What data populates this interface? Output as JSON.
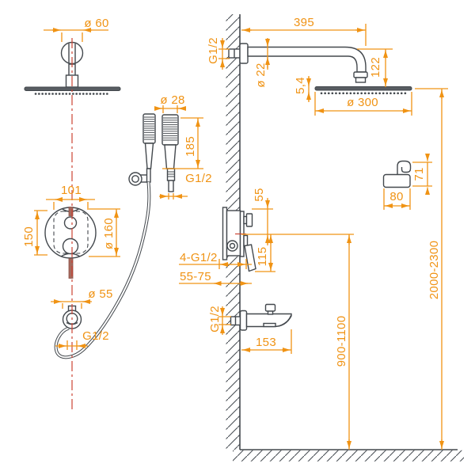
{
  "drawing": {
    "type": "technical-dimension-drawing",
    "product": "concealed-shower-system",
    "units": "mm",
    "colors": {
      "dimension": "#f09314",
      "outline": "#43484d",
      "centerline": "#cc4333",
      "handle_fill": "#a5695d"
    },
    "views": {
      "overhead_shower_front": {
        "flange_diameter": "ø 60"
      },
      "overhead_shower_side": {
        "arm_length": "395",
        "wall_thread": "G1/2",
        "arm_diameter": "ø 22",
        "head_offset": "122",
        "head_thickness": "5,4",
        "head_diameter": "ø 300"
      },
      "hand_shower": {
        "diameter": "ø 28",
        "length": "185",
        "thread": "G1/2"
      },
      "mixer_front": {
        "body_width": "101",
        "body_height": "150",
        "plate_diameter": "ø 160"
      },
      "wall_outlet": {
        "escutcheon_diameter": "ø 55",
        "thread": "G1/2"
      },
      "mixer_side": {
        "top_port_offset": "55",
        "bottom_port_offset": "115",
        "connections": "4-G1/2",
        "mounting_depth": "55-75"
      },
      "tub_spout": {
        "thread": "G1/2",
        "length": "153"
      },
      "holder": {
        "width": "80",
        "height": "71"
      },
      "installation_heights": {
        "mixer_height": "900-1100",
        "head_height": "2000-2300"
      }
    }
  }
}
